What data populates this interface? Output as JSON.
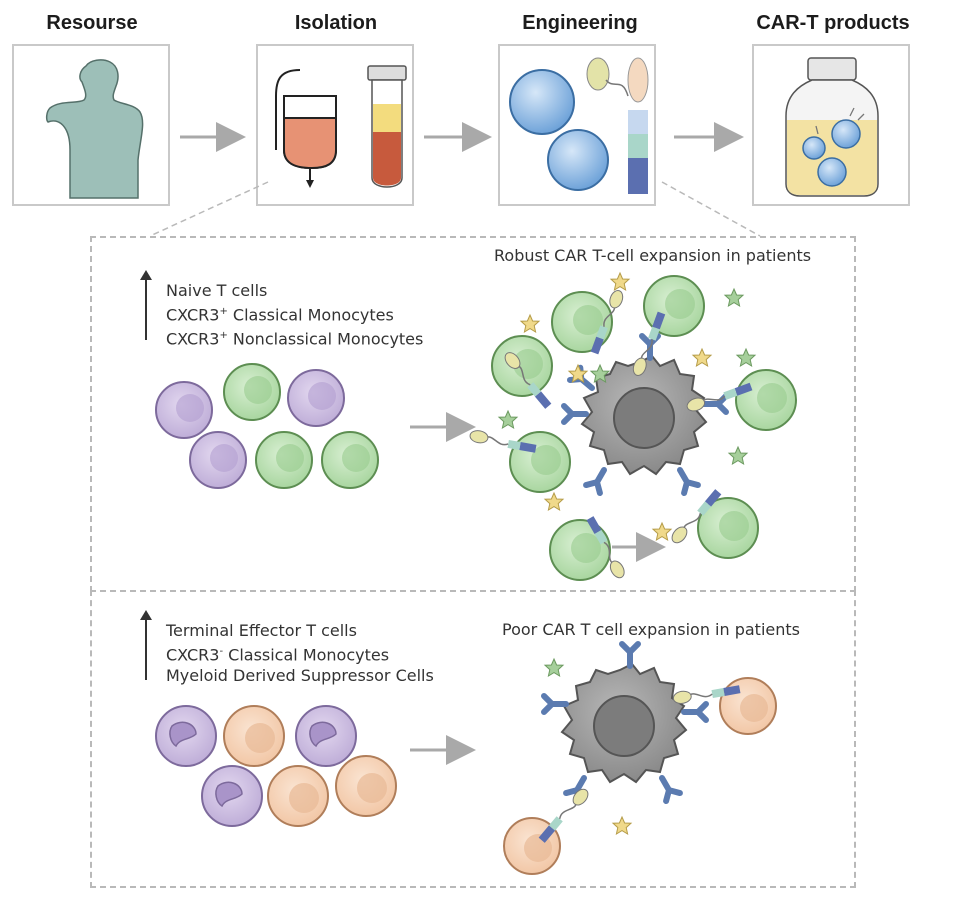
{
  "steps": [
    {
      "title": "Resourse"
    },
    {
      "title": "Isolation"
    },
    {
      "title": "Engineering"
    },
    {
      "title": "CAR-T products"
    }
  ],
  "top_panel": {
    "heading": "Robust CAR T-cell expansion in patients",
    "list": [
      "Naive T cells",
      "CXCR3",
      "Classical Monocytes",
      "CXCR3",
      "Nonclassical Monocytes"
    ],
    "sup_plus": "+"
  },
  "bottom_panel": {
    "heading": "Poor CAR T cell expansion in patients",
    "list": [
      "Terminal Effector T cells",
      "CXCR3",
      "Classical Monocytes",
      "Myeloid Derived Suppressor Cells"
    ],
    "sup_minus": "-"
  },
  "colors": {
    "human": "#9dbfb8",
    "purple_cell": "#c9b8de",
    "green_cell": "#b8dcb0",
    "peach_cell": "#f6d2b5",
    "tumor": "#8d8d8d",
    "receptor": "#5b7bb0",
    "star_yellow": "#f0d98a",
    "star_green": "#a6cf9b",
    "arrow": "#a9a9a9"
  }
}
